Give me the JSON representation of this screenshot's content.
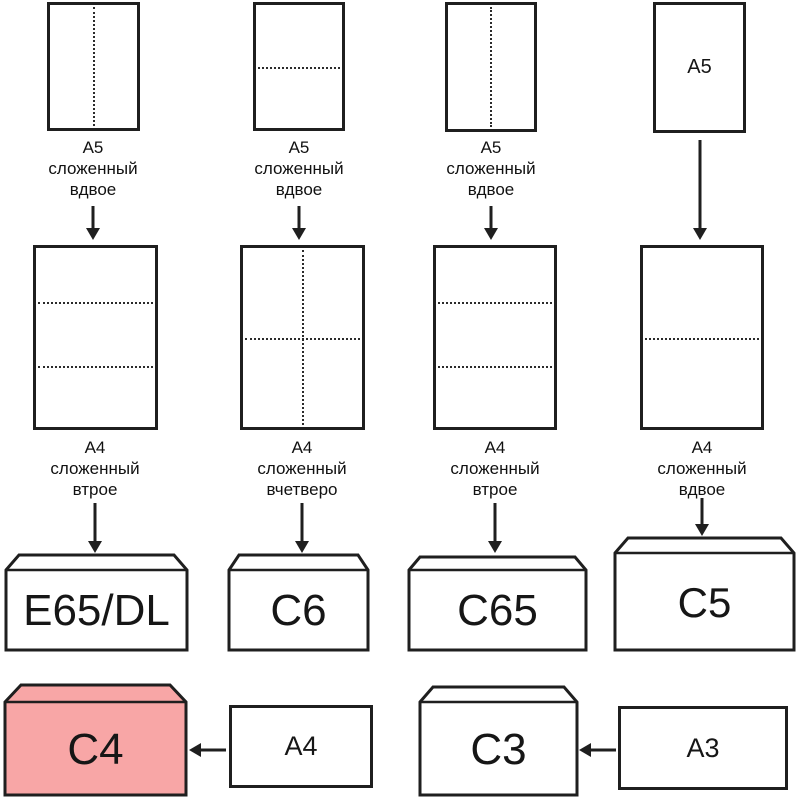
{
  "colors": {
    "highlight_fill": "#f8a6a6",
    "line": "#1f1f1f",
    "background": "#ffffff"
  },
  "columns": [
    {
      "top_caption": "A5\nсложенный\nвдвое",
      "mid_caption": "A4\nсложенный\nвтрое",
      "envelope_label": "E65/DL"
    },
    {
      "top_caption": "A5\nсложенный\nвдвое",
      "mid_caption": "A4\nсложенный\nвчетверо",
      "envelope_label": "C6"
    },
    {
      "top_caption": "A5\nсложенный\nвдвое",
      "mid_caption": "A4\nсложенный\nвтрое",
      "envelope_label": "C65"
    },
    {
      "top_label": "A5",
      "mid_caption": "A4\nсложенный\nвдвое",
      "envelope_label": "C5"
    }
  ],
  "bottom_row": [
    {
      "envelope_label": "C4",
      "paper_label": "A4"
    },
    {
      "envelope_label": "C3",
      "paper_label": "A3"
    }
  ]
}
